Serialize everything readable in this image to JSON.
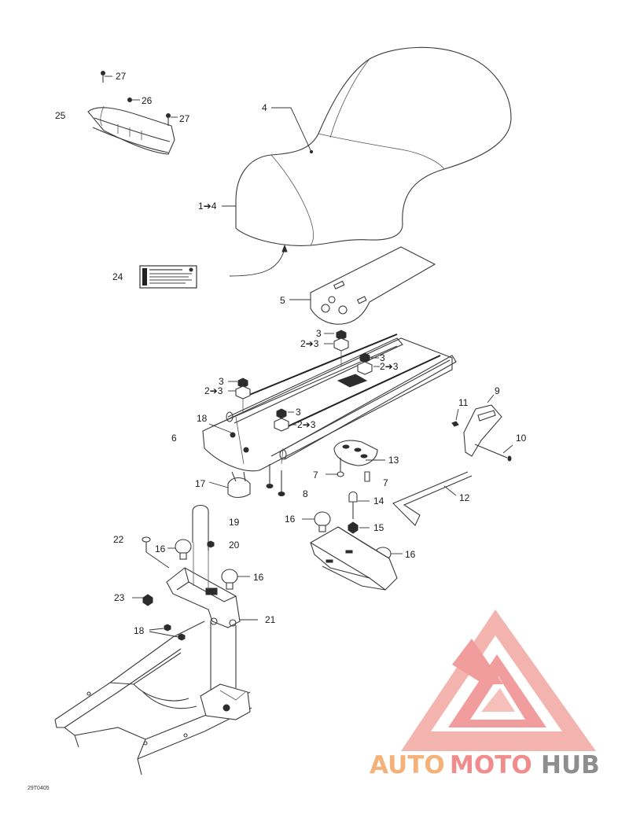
{
  "diagram_code": "29T0405",
  "callouts": [
    {
      "id": "c27a",
      "text": "27"
    },
    {
      "id": "c26",
      "text": "26"
    },
    {
      "id": "c27b",
      "text": "27"
    },
    {
      "id": "c25",
      "text": "25"
    },
    {
      "id": "c4",
      "text": "4"
    },
    {
      "id": "c1to4",
      "text": "1➔4"
    },
    {
      "id": "c24",
      "text": "24"
    },
    {
      "id": "c5",
      "text": "5"
    },
    {
      "id": "c3a",
      "text": "3"
    },
    {
      "id": "c2to3a",
      "text": "2➔3"
    },
    {
      "id": "c3b",
      "text": "3"
    },
    {
      "id": "c2to3b",
      "text": "2➔3"
    },
    {
      "id": "c3c",
      "text": "3"
    },
    {
      "id": "c2to3c",
      "text": "2➔3"
    },
    {
      "id": "c3d",
      "text": "3"
    },
    {
      "id": "c2to3d",
      "text": "2➔3"
    },
    {
      "id": "c18a",
      "text": "18"
    },
    {
      "id": "c6",
      "text": "6"
    },
    {
      "id": "c11",
      "text": "11"
    },
    {
      "id": "c9",
      "text": "9"
    },
    {
      "id": "c10",
      "text": "10"
    },
    {
      "id": "c13",
      "text": "13"
    },
    {
      "id": "c7a",
      "text": "7"
    },
    {
      "id": "c7b",
      "text": "7"
    },
    {
      "id": "c17",
      "text": "17"
    },
    {
      "id": "c8",
      "text": "8"
    },
    {
      "id": "c12",
      "text": "12"
    },
    {
      "id": "c14",
      "text": "14"
    },
    {
      "id": "c16a",
      "text": "16"
    },
    {
      "id": "c15",
      "text": "15"
    },
    {
      "id": "c19",
      "text": "19"
    },
    {
      "id": "c22",
      "text": "22"
    },
    {
      "id": "c16b",
      "text": "16"
    },
    {
      "id": "c20",
      "text": "20"
    },
    {
      "id": "c16c",
      "text": "16"
    },
    {
      "id": "c16d",
      "text": "16"
    },
    {
      "id": "c23",
      "text": "23"
    },
    {
      "id": "c21",
      "text": "21"
    },
    {
      "id": "c18b",
      "text": "18"
    }
  ],
  "watermark": {
    "word_auto": "AUTO",
    "word_moto": "MOTO",
    "word_hub": "HUB",
    "color_main": "#f08c8c",
    "color_light": "#f5b5ae",
    "color_orange": "#f4b27a",
    "color_gray": "#8e8e8e"
  }
}
